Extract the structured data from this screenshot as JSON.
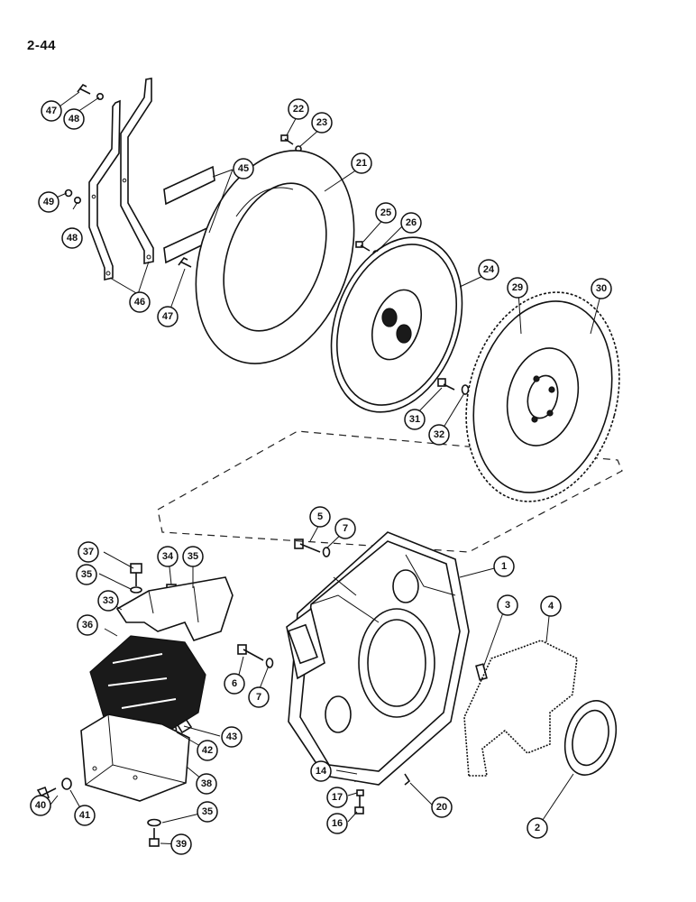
{
  "page_number": "2-44",
  "callouts": [
    "1",
    "2",
    "3",
    "4",
    "5",
    "6",
    "7",
    "7",
    "14",
    "16",
    "17",
    "20",
    "21",
    "22",
    "23",
    "24",
    "25",
    "26",
    "29",
    "30",
    "31",
    "32",
    "33",
    "34",
    "35",
    "35",
    "35",
    "36",
    "37",
    "38",
    "39",
    "40",
    "41",
    "42",
    "43",
    "45",
    "46",
    "47",
    "47",
    "48",
    "48",
    "49"
  ]
}
